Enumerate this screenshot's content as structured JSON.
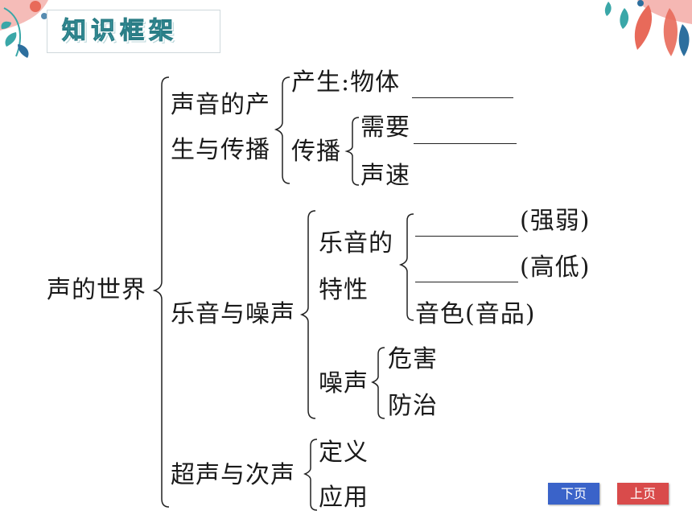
{
  "header": {
    "title": "知识框架"
  },
  "framework": {
    "root": "声的世界",
    "production": {
      "label_line1": "声音的产",
      "label_line2": "生与传播",
      "produce": "产生:物体",
      "spread": "传播",
      "need": "需要",
      "speed": "声速"
    },
    "music_noise": {
      "label": "乐音与噪声",
      "features_line1": "乐音的",
      "features_line2": "特性",
      "loudness_hint": "(强弱)",
      "pitch_hint": "(高低)",
      "timbre": "音色(音品)",
      "noise": "噪声",
      "harm": "危害",
      "control": "防治"
    },
    "ultra_infra": {
      "label": "超声与次声",
      "definition": "定义",
      "application": "应用"
    }
  },
  "nav": {
    "next_label": "下页",
    "prev_label": "上页",
    "next_color": "#3a63c9",
    "prev_color": "#d94b4b"
  },
  "decor": {
    "title_fill": "#5fd3d8",
    "leaf_colors": [
      "#e86a5a",
      "#f2a5a0",
      "#3aa7a8",
      "#2d6f9e"
    ]
  }
}
